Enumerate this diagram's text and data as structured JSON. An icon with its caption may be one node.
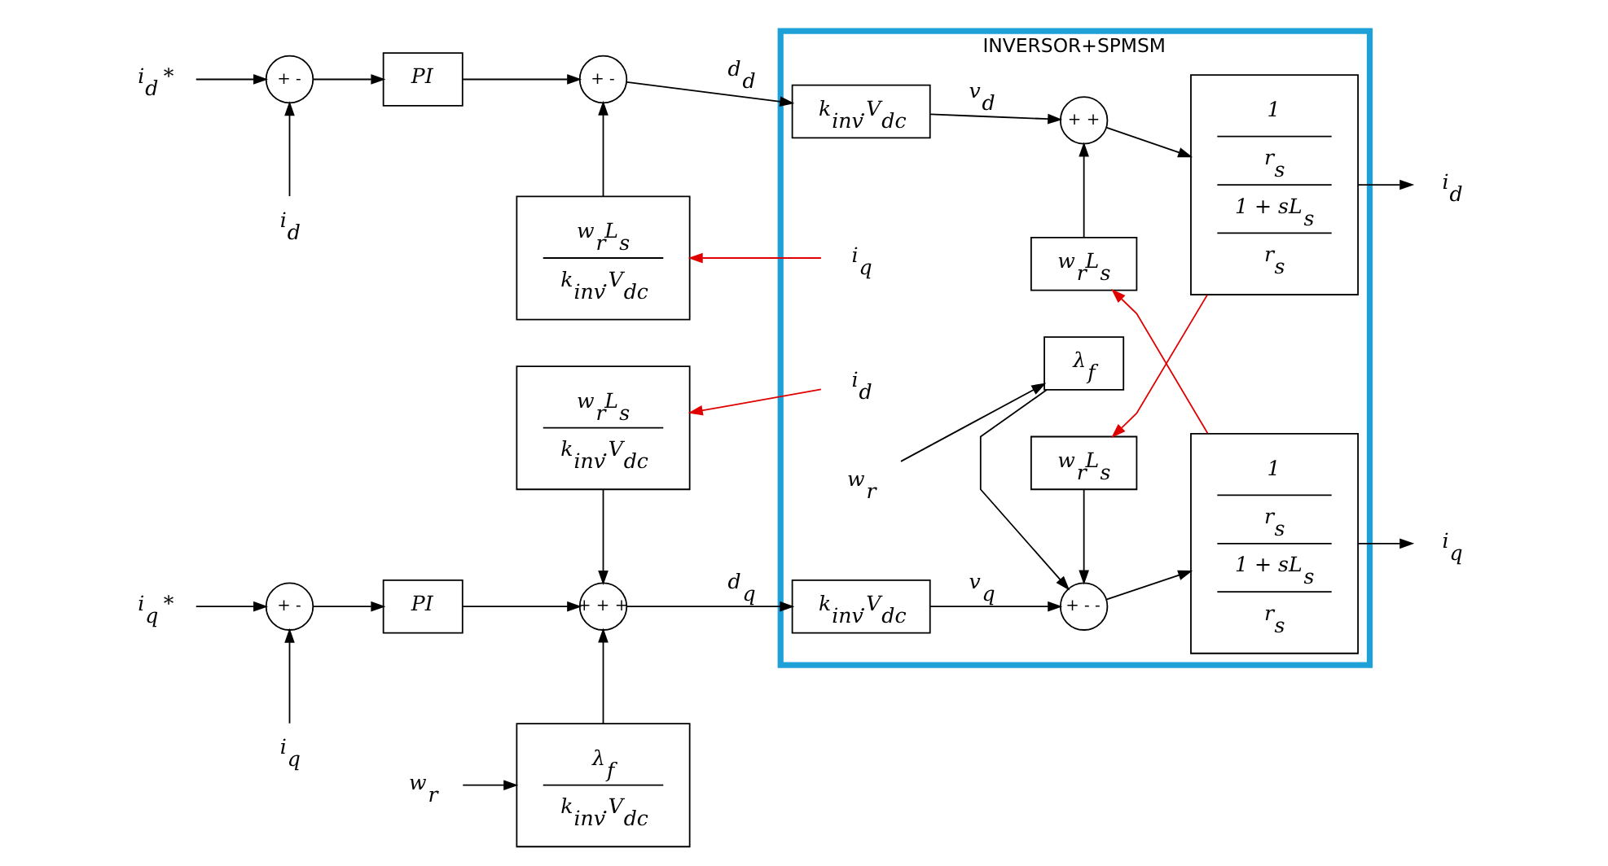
{
  "diagram": {
    "nodes": [
      {
        "text": [
          "INVERSOR+SPMSM"
        ]
      },
      {
        "text": [
          "i$_{d}$ *"
        ]
      },
      {
        "text": [
          "+",
          "-"
        ]
      },
      {
        "text": [
          "PI"
        ]
      },
      {
        "text": [
          "+",
          "-"
        ]
      },
      {
        "text": [
          "k$_{inv}$.V$_{dc}$"
        ],
        "in": 0
      },
      {
        "text": [
          "+",
          "+"
        ],
        "in": 0
      },
      {
        "text": [
          "1",
          "r$_{s}$",
          "1 + sL$_{s}$",
          "r$_{s}$"
        ],
        "in": 0
      },
      {
        "text": [
          "i$_{d}$"
        ]
      },
      {
        "text": [
          "i$_{d}$"
        ]
      },
      {
        "text": [
          "w$_{r}$L$_{s}$",
          "k$_{inv}$.V$_{dc}$"
        ]
      },
      {
        "text": [
          "i$_{q}$"
        ],
        "in": 0
      },
      {
        "text": [
          "w$_{r}$L$_{s}$"
        ],
        "in": 0
      },
      {
        "text": [
          "w$_{r}$L$_{s}$",
          "k$_{inv}$.V$_{dc}$"
        ]
      },
      {
        "text": [
          "i$_{d}$"
        ],
        "in": 0
      },
      {
        "text": [
          "w$_{r}$L$_{s}$"
        ],
        "in": 0
      },
      {
        "text": [
          "i$_{q}$ *"
        ]
      },
      {
        "text": [
          "+",
          "-"
        ]
      },
      {
        "text": [
          "PI"
        ]
      },
      {
        "text": [
          "+",
          "+",
          "+"
        ]
      },
      {
        "text": [
          "k$_{inv}$.V$_{dc}$"
        ],
        "in": 0
      },
      {
        "text": [
          "+",
          "-",
          "-"
        ],
        "in": 0
      },
      {
        "text": [
          "1",
          "r$_{s}$",
          "1 + sL$_{s}$",
          "r$_{s}$"
        ],
        "in": 0
      },
      {
        "text": [
          "i$_{q}$"
        ]
      },
      {
        "text": [
          "i$_{q}$"
        ]
      },
      {
        "text": [
          "w$_{r}$"
        ]
      },
      {
        "text": [
          "λ$_{f}$",
          "k$_{inv}$.V$_{dc}$"
        ]
      },
      {
        "text": [
          "w$_{r}$"
        ],
        "in": 0
      },
      {
        "text": [
          "λ$_{f}$"
        ],
        "in": 0
      }
    ],
    "edges": [
      {
        "from": 1,
        "to": 2,
        "arrow": "to"
      },
      {
        "from": 9,
        "to": 2,
        "arrow": "to"
      },
      {
        "from": 2,
        "to": 3,
        "arrow": "to"
      },
      {
        "from": 3,
        "to": 4,
        "arrow": "to"
      },
      {
        "from": 10,
        "to": 4,
        "arrow": "to"
      },
      {
        "from": 11,
        "to": 10,
        "arrow": "to",
        "color": "#e00000"
      },
      {
        "from": 4,
        "to": 5,
        "arrow": "to",
        "label": "d$_{d}$"
      },
      {
        "from": 5,
        "to": 6,
        "arrow": "to",
        "label": "v$_{d}$"
      },
      {
        "from": 12,
        "to": 6,
        "arrow": "to"
      },
      {
        "from": 6,
        "to": 7,
        "arrow": "to"
      },
      {
        "from": 7,
        "to": 8,
        "arrow": "to"
      },
      {
        "from": 7,
        "to": 15,
        "arrow": "to",
        "color": "#e00000"
      },
      {
        "from": 22,
        "to": 12,
        "arrow": "to",
        "color": "#e00000"
      },
      {
        "from": 14,
        "to": 13,
        "arrow": "to",
        "color": "#e00000"
      },
      {
        "from": 16,
        "to": 17,
        "arrow": "to"
      },
      {
        "from": 24,
        "to": 17,
        "arrow": "to"
      },
      {
        "from": 17,
        "to": 18,
        "arrow": "to"
      },
      {
        "from": 18,
        "to": 19,
        "arrow": "to"
      },
      {
        "from": 13,
        "to": 19,
        "arrow": "to"
      },
      {
        "from": 25,
        "to": 26,
        "arrow": "to"
      },
      {
        "from": 26,
        "to": 19,
        "arrow": "to"
      },
      {
        "from": 19,
        "to": 20,
        "arrow": "to",
        "label": "d$_{q}$"
      },
      {
        "from": 20,
        "to": 21,
        "arrow": "to",
        "label": "v$_{q}$"
      },
      {
        "from": 15,
        "to": 21,
        "arrow": "to"
      },
      {
        "from": 27,
        "to": 28,
        "arrow": "to"
      },
      {
        "from": 28,
        "to": 21,
        "arrow": "to"
      },
      {
        "from": 21,
        "to": 22,
        "arrow": "to"
      },
      {
        "from": 22,
        "to": 23,
        "arrow": "to"
      }
    ]
  }
}
